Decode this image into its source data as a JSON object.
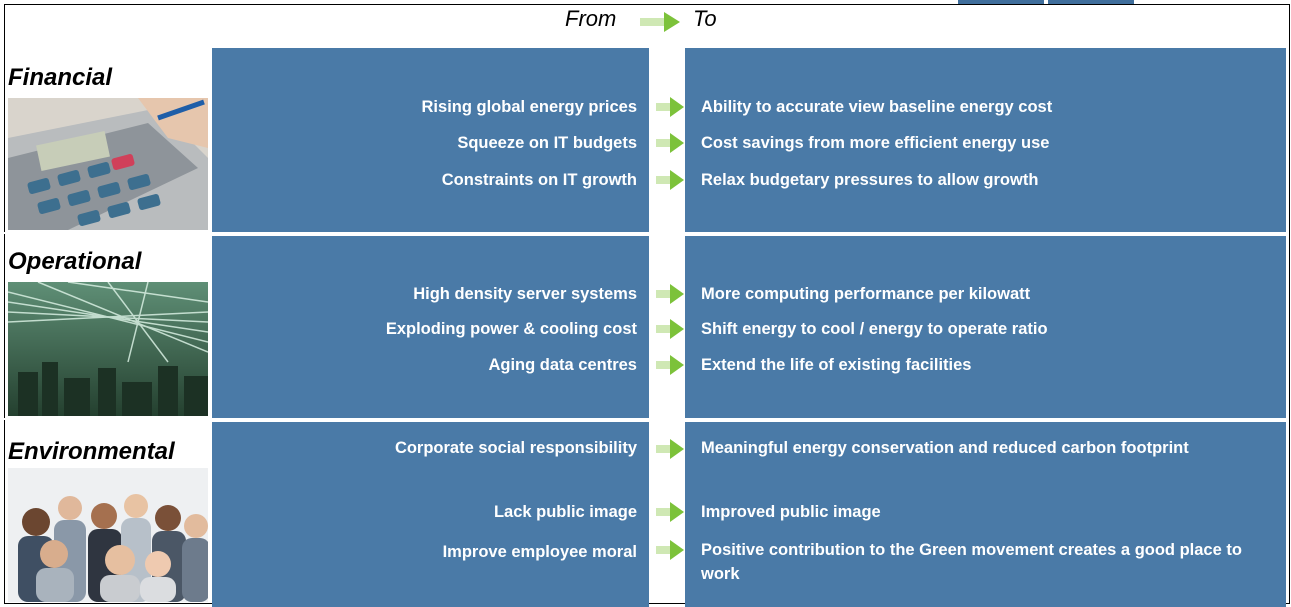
{
  "header": {
    "from": "From",
    "to": "To"
  },
  "colors": {
    "panel": "#4a7aa7",
    "arrow": "#7cc23a"
  },
  "sections": [
    {
      "category": "Financial",
      "image": "calculator-photo",
      "rows": [
        {
          "from": "Rising global energy prices",
          "to": "Ability to accurate view baseline energy cost"
        },
        {
          "from": "Squeeze on IT budgets",
          "to": "Cost savings from more efficient energy use"
        },
        {
          "from": "Constraints on IT growth",
          "to": "Relax budgetary pressures to allow growth"
        }
      ]
    },
    {
      "category": "Operational",
      "image": "data-centre-photo",
      "rows": [
        {
          "from": "High density server systems",
          "to": "More computing performance per kilowatt"
        },
        {
          "from": "Exploding power & cooling cost",
          "to": "Shift energy to cool / energy to operate ratio"
        },
        {
          "from": "Aging data centres",
          "to": "Extend the life of existing facilities"
        }
      ]
    },
    {
      "category": "Environmental",
      "image": "people-group-photo",
      "rows": [
        {
          "from": "Corporate social responsibility",
          "to": "Meaningful energy conservation and reduced carbon footprint"
        },
        {
          "from": "Lack public image",
          "to": "Improved public image"
        },
        {
          "from": "Improve employee moral",
          "to": "Positive contribution to the Green movement creates a good place to work"
        }
      ]
    }
  ]
}
